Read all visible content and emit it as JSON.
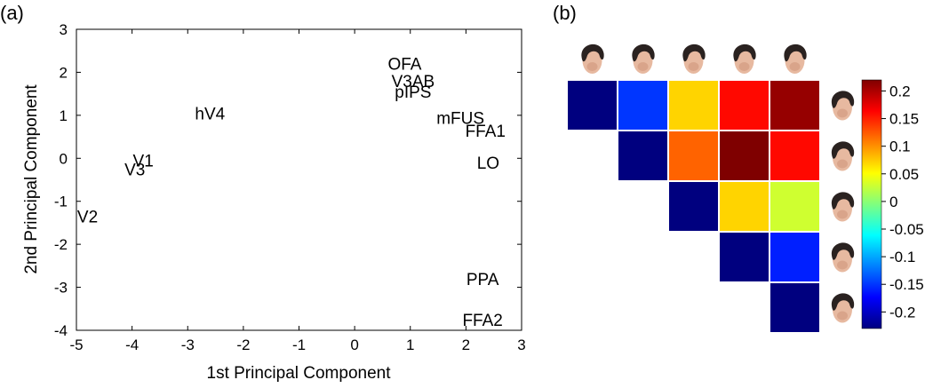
{
  "panel_a_label": "(a)",
  "panel_b_label": "(b)",
  "chart_data": [
    {
      "type": "scatter",
      "xlabel": "1st Principal Component",
      "ylabel": "2nd Principal Component",
      "xlim": [
        -5,
        3
      ],
      "ylim": [
        -4,
        3
      ],
      "xticks": [
        "-5",
        "-4",
        "-3",
        "-2",
        "-1",
        "0",
        "1",
        "2",
        "3"
      ],
      "yticks": [
        "3",
        "2",
        "1",
        "0",
        "-1",
        "-2",
        "-3",
        "-4"
      ],
      "grid": false,
      "points": [
        {
          "label": "OFA",
          "x": 0.9,
          "y": 2.2
        },
        {
          "label": "V3AB",
          "x": 1.05,
          "y": 1.8
        },
        {
          "label": "pIPS",
          "x": 1.05,
          "y": 1.55
        },
        {
          "label": "hV4",
          "x": -2.6,
          "y": 1.05
        },
        {
          "label": "mFUS",
          "x": 1.9,
          "y": 0.95
        },
        {
          "label": "FFA1",
          "x": 2.35,
          "y": 0.65
        },
        {
          "label": "V1",
          "x": -3.8,
          "y": -0.05
        },
        {
          "label": "V3",
          "x": -3.95,
          "y": -0.25
        },
        {
          "label": "LO",
          "x": 2.4,
          "y": -0.1
        },
        {
          "label": "V2",
          "x": -4.8,
          "y": -1.35
        },
        {
          "label": "PPA",
          "x": 2.3,
          "y": -2.8
        },
        {
          "label": "FFA2",
          "x": 2.3,
          "y": -3.75
        }
      ]
    },
    {
      "type": "heatmap",
      "layout": "upper-triangle",
      "size": 5,
      "icons": [
        "face-view-1",
        "face-view-2",
        "face-view-3",
        "face-view-4",
        "face-view-5"
      ],
      "values": [
        [
          -0.23,
          -0.15,
          0.07,
          0.16,
          0.21
        ],
        [
          null,
          -0.23,
          0.12,
          0.23,
          0.16
        ],
        [
          null,
          null,
          -0.23,
          0.07,
          0.03
        ],
        [
          null,
          null,
          null,
          -0.23,
          -0.16
        ],
        [
          null,
          null,
          null,
          null,
          -0.23
        ]
      ],
      "colorbar": {
        "min": -0.23,
        "max": 0.22,
        "ticks": [
          "0.2",
          "0.15",
          "0.1",
          "0.05",
          "0",
          "-0.05",
          "-0.1",
          "-0.15",
          "-0.2"
        ],
        "colormap": "jet"
      }
    }
  ]
}
